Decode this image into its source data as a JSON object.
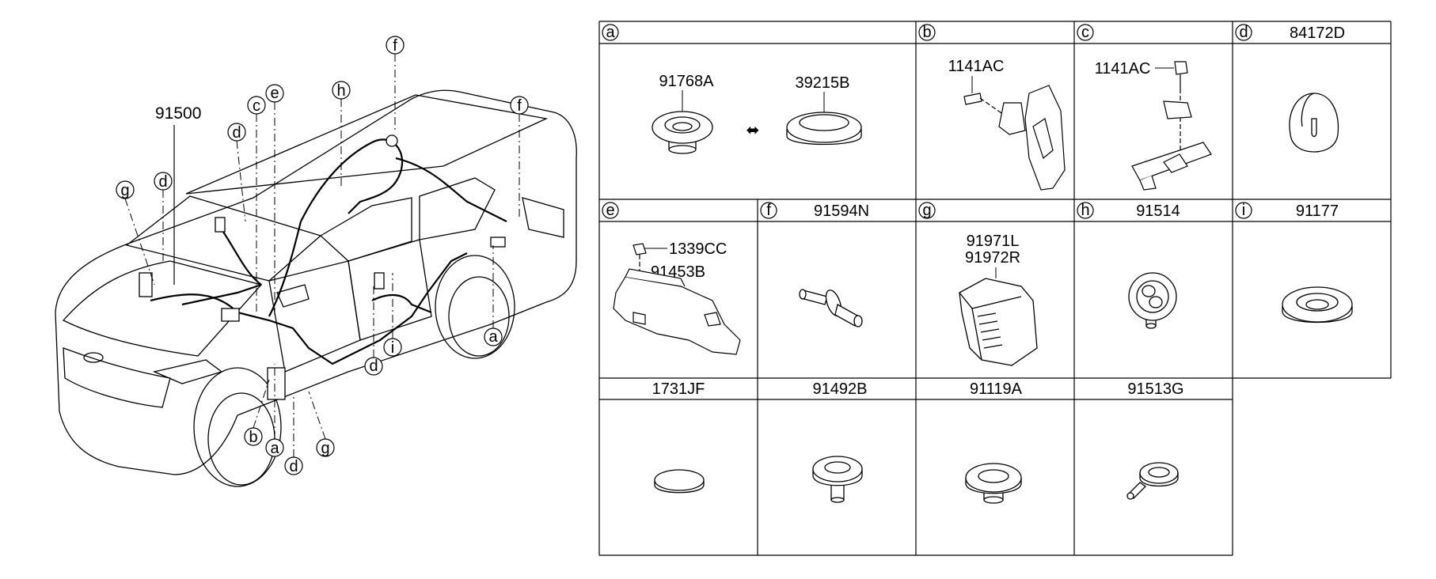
{
  "vehicle": {
    "main_part_number": "91500",
    "callouts": [
      {
        "id": "f-top",
        "letter": "f"
      },
      {
        "id": "h",
        "letter": "h"
      },
      {
        "id": "e",
        "letter": "e"
      },
      {
        "id": "c",
        "letter": "c"
      },
      {
        "id": "f-right",
        "letter": "f"
      },
      {
        "id": "d-upper",
        "letter": "d"
      },
      {
        "id": "d-left",
        "letter": "d"
      },
      {
        "id": "g-left",
        "letter": "g"
      },
      {
        "id": "a-right",
        "letter": "a"
      },
      {
        "id": "i",
        "letter": "i"
      },
      {
        "id": "d-mid",
        "letter": "d"
      },
      {
        "id": "b-bottom",
        "letter": "b"
      },
      {
        "id": "a-bottom",
        "letter": "a"
      },
      {
        "id": "d-bottom",
        "letter": "d"
      },
      {
        "id": "g-bottom",
        "letter": "g"
      }
    ]
  },
  "parts_table": {
    "cells": {
      "a": {
        "letter": "a",
        "header_part": "",
        "parts": [
          "91768A",
          "39215B"
        ],
        "arrow": "⬌"
      },
      "b": {
        "letter": "b",
        "header_part": "",
        "parts": [
          "1141AC"
        ]
      },
      "c": {
        "letter": "c",
        "header_part": "",
        "parts": [
          "1141AC"
        ]
      },
      "d": {
        "letter": "d",
        "header_part": "84172D",
        "parts": []
      },
      "e": {
        "letter": "e",
        "header_part": "",
        "parts": [
          "1339CC",
          "91453B"
        ]
      },
      "f": {
        "letter": "f",
        "header_part": "91594N",
        "parts": []
      },
      "g": {
        "letter": "g",
        "header_part": "",
        "parts": [
          "91971L",
          "91972R"
        ]
      },
      "h": {
        "letter": "h",
        "header_part": "91514",
        "parts": []
      },
      "i": {
        "letter": "i",
        "header_part": "91177",
        "parts": []
      },
      "r3c1": {
        "letter": "",
        "header_part": "1731JF",
        "parts": []
      },
      "r3c2": {
        "letter": "",
        "header_part": "91492B",
        "parts": []
      },
      "r3c3": {
        "letter": "",
        "header_part": "91119A",
        "parts": []
      },
      "r3c4": {
        "letter": "",
        "header_part": "91513G",
        "parts": []
      }
    }
  },
  "colors": {
    "line": "#000000",
    "background": "#ffffff",
    "shade": "#e6e6e6"
  }
}
